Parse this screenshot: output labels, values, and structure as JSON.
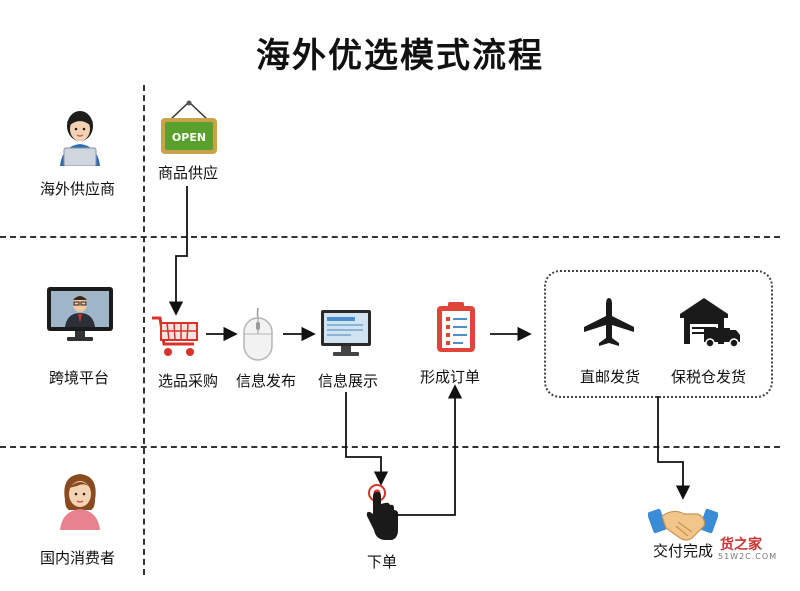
{
  "title": "海外优选模式流程",
  "lanes": [
    {
      "label": "海外供应商",
      "icon": "overseas-supplier-person-icon"
    },
    {
      "label": "跨境平台",
      "icon": "platform-presenter-monitor-icon"
    },
    {
      "label": "国内消费者",
      "icon": "consumer-woman-icon"
    }
  ],
  "nodes": {
    "supply": {
      "label": "商品供应",
      "icon": "open-sign-icon",
      "sign_text": "OPEN"
    },
    "purchase": {
      "label": "选品采购",
      "icon": "shopping-cart-icon"
    },
    "publish": {
      "label": "信息发布",
      "icon": "mouse-icon"
    },
    "display": {
      "label": "信息展示",
      "icon": "monitor-icon"
    },
    "order_form": {
      "label": "形成订单",
      "icon": "order-clipboard-icon"
    },
    "direct_ship": {
      "label": "直邮发货",
      "icon": "airplane-icon"
    },
    "bonded_ship": {
      "label": "保税仓发货",
      "icon": "warehouse-truck-icon"
    },
    "place_order": {
      "label": "下单",
      "icon": "finger-press-icon"
    },
    "delivery": {
      "label": "交付完成",
      "icon": "handshake-icon"
    }
  },
  "watermark": {
    "text": "货之家",
    "sub": "51W2C.COM"
  },
  "colors": {
    "sign_green": "#5aa02c",
    "sign_frame": "#c8a24a",
    "cart_red": "#d9322b",
    "order_red": "#e0453a",
    "dark_icon": "#1a1a1a",
    "hand_blue": "#3a8bd8"
  }
}
